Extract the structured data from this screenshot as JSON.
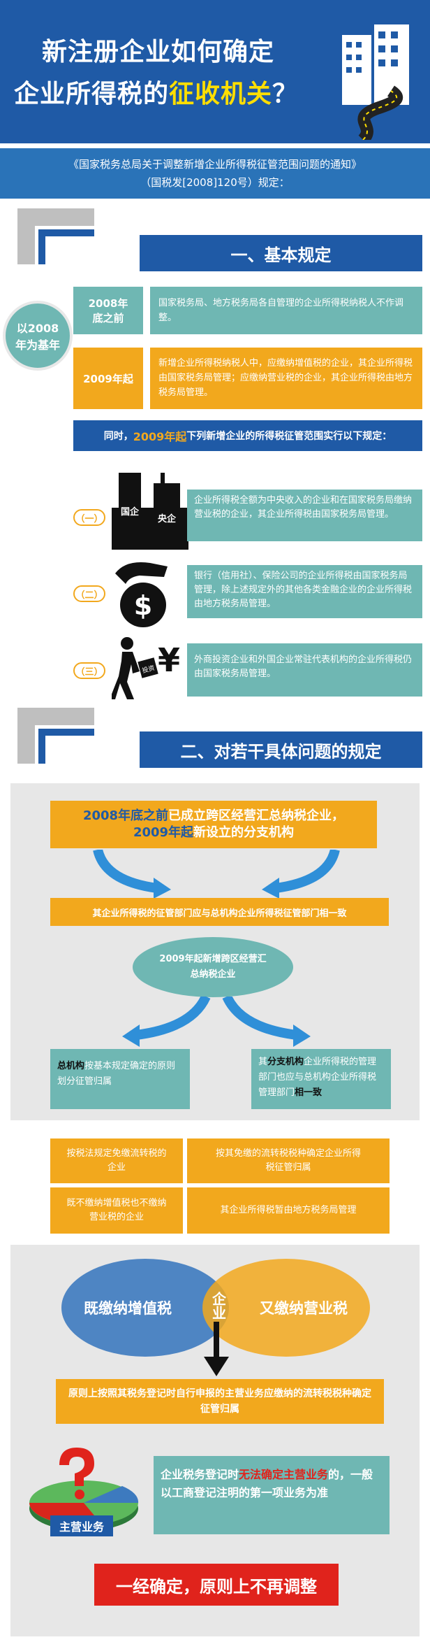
{
  "header": {
    "title_line1": "新注册企业如何确定",
    "title_line2_pre": "企业所得税的",
    "title_line2_accent": "征收机关",
    "title_line2_post": "？"
  },
  "notice": {
    "line1": "《国家税务总局关于调整新增企业所得税征管范围问题的通知》",
    "line2": "（国税发[2008]120号）规定："
  },
  "section1": {
    "title": "一、基本规定",
    "base_year": "以2008年为基年",
    "rows": [
      {
        "label": "2008年底之前",
        "text": "国家税务局、地方税务局各自管理的企业所得税纳税人不作调整。"
      },
      {
        "label": "2009年起",
        "text": "新增企业所得税纳税人中，应缴纳增值税的企业，其企业所得税由国家税务局管理；应缴纳营业税的企业，其企业所得税由地方税务局管理。"
      }
    ],
    "also_pre": "同时，",
    "also_accent": "2009年起",
    "also_post": "下列新增企业的所得税征管范围实行以下规定：",
    "items": [
      {
        "num": "（一）",
        "icon_text_a": "国企",
        "icon_text_b": "央企",
        "text": "企业所得税全额为中央收入的企业和在国家税务局缴纳营业税的企业，其企业所得税由国家税务局管理。"
      },
      {
        "num": "（二）",
        "text": "银行（信用社）、保险公司的企业所得税由国家税务局管理，除上述规定外的其他各类金融企业的企业所得税由地方税务局管理。"
      },
      {
        "num": "（三）",
        "icon_text": "投资",
        "text": "外商投资企业和外国企业常驻代表机构的企业所得税仍由国家税务局管理。"
      }
    ]
  },
  "section2": {
    "title": "二、对若干具体问题的规定",
    "box1_a": "2008年底之前",
    "box1_b": "已成立跨区经营汇总纳税企业，",
    "box1_c": "2009年起",
    "box1_d": "新设立的分支机构",
    "box2": "其企业所得税的征管部门应与总机构企业所得税征管部门相一致",
    "oval": "2009年起新增跨区经营汇总纳税企业",
    "left_bold": "总机构",
    "left_text": "按基本规定确定的原则划分征管归属",
    "right_bold": "分支机构",
    "right_pre": "其",
    "right_text": "企业所得税的管理部门也应与总机构企业所得税管理部门",
    "right_end": "相一致",
    "grid": [
      [
        "按税法规定免缴流转税的企业",
        "按其免缴的流转税税种确定企业所得税征管归属"
      ],
      [
        "既不缴纳增值税也不缴纳营业税的企业",
        "其企业所得税暂由地方税务局管理"
      ]
    ]
  },
  "section3": {
    "left_circle": "既缴纳增值税",
    "right_circle": "又缴纳营业税",
    "center": "企业",
    "principle": "原则上按照其税务登记时自行申报的主营业务应缴纳的流转税税种确定征管归属",
    "pie_label": "主营业务",
    "note_pre": "企业税务登记时",
    "note_red": "无法确定主营业务",
    "note_post": "的，一般以工商登记注明的第一项业务为准",
    "final": "一经确定，原则上不再调整"
  },
  "colors": {
    "blue": "#1f5aa6",
    "teal": "#6fb7b3",
    "orange": "#f2a81d",
    "red": "#e0231c",
    "yellow": "#ffde00"
  }
}
